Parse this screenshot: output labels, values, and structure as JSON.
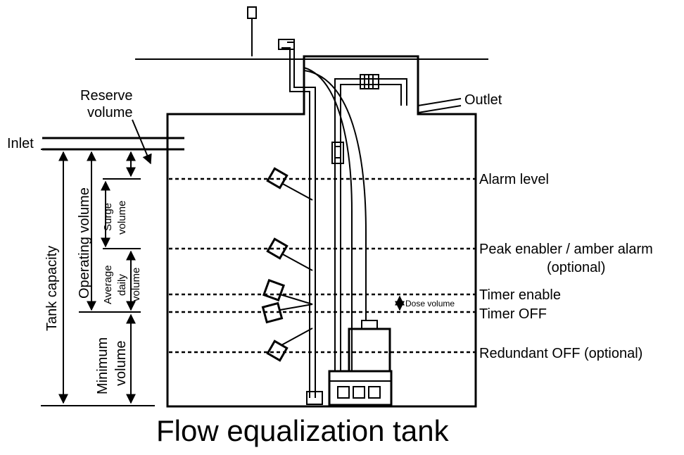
{
  "title": "Flow equalization tank",
  "labels": {
    "inlet": "Inlet",
    "outlet": "Outlet",
    "reserve_volume_1": "Reserve",
    "reserve_volume_2": "volume",
    "tank_capacity": "Tank capacity",
    "operating_volume": "Operating volume",
    "surge_volume_1": "Surge",
    "surge_volume_2": "volume",
    "average_daily_1": "Average",
    "average_daily_2": "daily",
    "average_daily_3": "volume",
    "minimum_volume_1": "Minimum",
    "minimum_volume_2": "volume",
    "dose_volume": "Dose volume"
  },
  "levels": {
    "alarm": "Alarm level",
    "peak_1": "Peak enabler / amber alarm",
    "peak_2": "(optional)",
    "timer_enable": "Timer enable",
    "timer_off": "Timer OFF",
    "redundant_off": "Redundant OFF (optional)"
  }
}
